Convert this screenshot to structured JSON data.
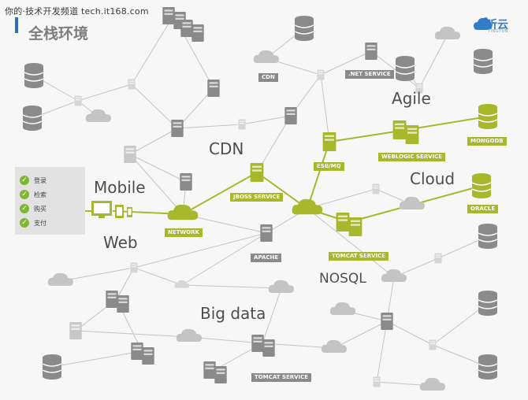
{
  "watermark": "你的·技术开发频道 tech.it168.com",
  "page_title": "全栈环境",
  "logo": {
    "text": "听云",
    "sub": "TINGYUN",
    "color": "#2f7cc9"
  },
  "big_labels": {
    "mobile": "Mobile",
    "web": "Web",
    "cdn": "CDN",
    "agile": "Agile",
    "cloud": "Cloud",
    "nosql": "NOSQL",
    "big_data": "Big data"
  },
  "menu": [
    "登录",
    "检索",
    "购买",
    "支付"
  ],
  "tags": {
    "cdn": "CDN",
    "dotnet": ".NET SERVICE",
    "mongodb": "MONGODB",
    "weblogic": "WEBLOGIC SERVICE",
    "esb": "ESB/MQ",
    "jboss": "JBOSS SERVICE",
    "oracle": "ORACLE",
    "network": "NETWORK",
    "apache": "APACHE",
    "tomcat_main": "TOMCAT SERVICE",
    "tomcat_bottom": "TOMCAT SERVICE"
  },
  "colors": {
    "highlight": "#a8b82c",
    "node_gray": "#8a8a8a",
    "node_light": "#c8c8c8",
    "link_gray": "#c4c4c4",
    "check": "#7fb530",
    "accent_bar": "#2e6fb5"
  },
  "icons": [
    "server-icon",
    "database-icon",
    "cloud-icon",
    "device-group-icon",
    "check-icon"
  ]
}
